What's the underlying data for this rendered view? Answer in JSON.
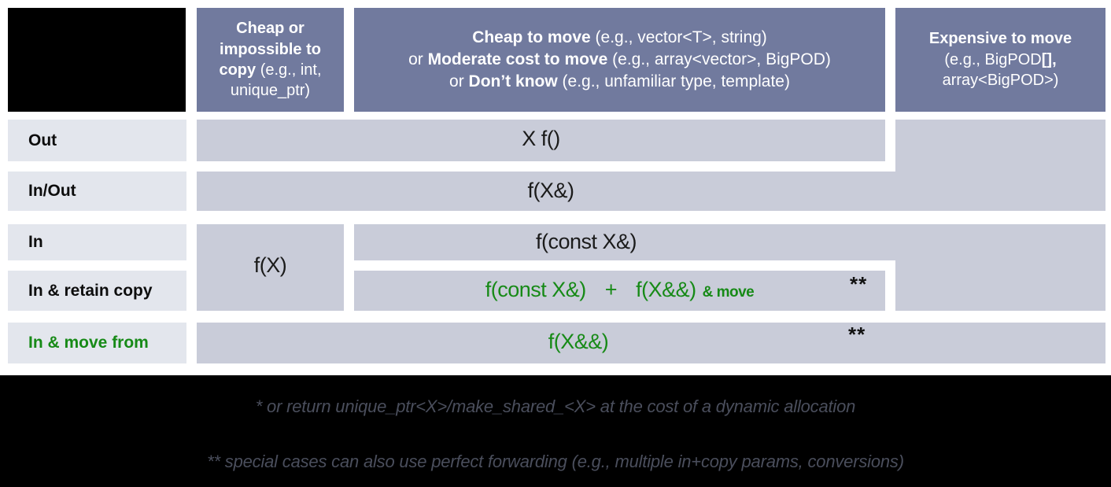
{
  "colors": {
    "header_bg": "#717a9e",
    "cell_bg": "#c9ccd9",
    "row_label_bg": "#e3e6ed",
    "green_text": "#178a17",
    "footer_bg": "#000000",
    "footnote_text": "#4a4e5c"
  },
  "header": {
    "col1": {
      "bold": "Cheap or impossible to copy",
      "rest": " (e.g., int, unique_ptr)"
    },
    "col2": {
      "line1_bold": "Cheap to move",
      "line1_rest": " (e.g., vector<T>, string)",
      "line2_pre": "or ",
      "line2_bold": "Moderate cost to move",
      "line2_rest": " (e.g., array<vector>, BigPOD)",
      "line3_pre": "or ",
      "line3_bold": "Don’t know",
      "line3_rest": " (e.g., unfamiliar type, template)"
    },
    "col3": {
      "line1": "Expensive to move",
      "line2_a": "(e.g., BigPOD",
      "line2_b": "[],",
      "line3": "array<BigPOD>)"
    }
  },
  "rows": {
    "out": "Out",
    "inout": "In/Out",
    "in": "In",
    "retain": "In & retain copy",
    "movefrom": "In & move from"
  },
  "cells": {
    "out": "X f()",
    "inout": "f(X&)",
    "in_value": "f(X)",
    "in_constref": "f(const X&)",
    "retain_a": "f(const X&)",
    "retain_plus": "+",
    "retain_b": "f(X&&)",
    "retain_suffix": "& move",
    "retain_marker": "**",
    "movefrom": "f(X&&)",
    "movefrom_marker": "**"
  },
  "footnotes": {
    "line1": "* or return unique_ptr<X>/make_shared_<X> at the cost of a dynamic allocation",
    "line2": "** special cases can also use perfect forwarding (e.g., multiple in+copy params, conversions)"
  }
}
